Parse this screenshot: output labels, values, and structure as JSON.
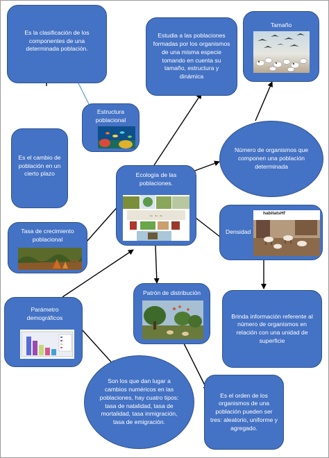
{
  "nodes": {
    "clasificacion": "Es la clasificación de los componentes de una determinada población.",
    "estudia": "Estudia a las poblaciones formadas por los organismos de una misma especie tomando en cuenta su tamaño, estructura y dinámica",
    "tamano": "Tamaño",
    "estructura": "Estructura poblacional",
    "cambio": "Es el cambio de población en un cierto plazo",
    "ecologia": "Ecología de las poblaciones.",
    "numero": "Número de organismos que componen una población determinada",
    "tasa": "Tasa  de crecimiento poblacional",
    "densidad": "Densidad",
    "parametro": "Parámetro demográficos",
    "patron": "Patrón de distribución",
    "brinda": "Brinda información referente al número de organismos en relación con una unidad de superficie",
    "sonlos": "Son los que dan lugar a cambios numéricos en las poblaciones, hay cuatro tipos: tasa de natalidad, tasa de mortalidad, tasa inmigración, tasa de emigración.",
    "eselorden": "Es el orden de los organismos de una población pueden ser tres: aleatorio, uniforme y agregado."
  },
  "density_image_label": "habitatsHf",
  "colors": {
    "node_fill": "#4472c4",
    "node_border": "#2f528f",
    "arrow": "#000000",
    "connector": "#5b9bd5"
  }
}
